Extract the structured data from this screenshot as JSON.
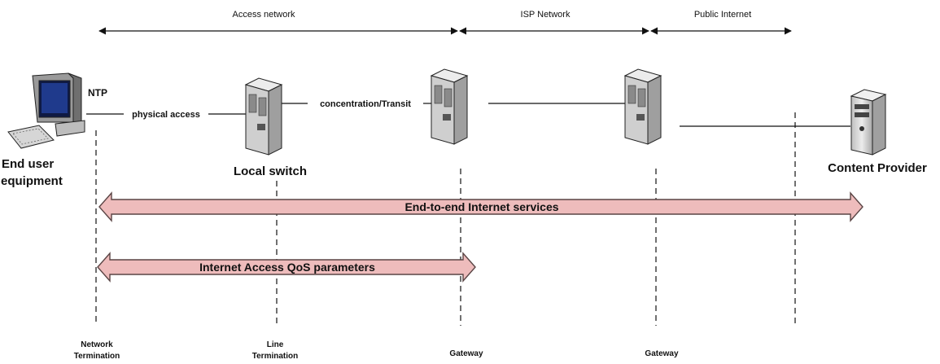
{
  "segments": {
    "access": "Access network",
    "isp": "ISP Network",
    "public": "Public Internet"
  },
  "labels": {
    "ntp": "NTP",
    "physical_access": "physical access",
    "concentration_transit": "concentration/Transit",
    "end_user_line1": "End user",
    "end_user_line2": "equipment",
    "local_switch": "Local switch",
    "content_provider": "Content Provider"
  },
  "bands": {
    "end_to_end": "End-to-end Internet services",
    "access_qos": "Internet Access QoS parameters"
  },
  "points": {
    "network_termination_line1": "Network",
    "network_termination_line2": "Termination",
    "line_termination_line1": "Line",
    "line_termination_line2": "Termination",
    "gateway1": "Gateway",
    "gateway2": "Gateway"
  },
  "colors": {
    "band_fill": "#eebcbc",
    "band_stroke": "#5a4545",
    "server_fill": "#d9d9d9",
    "line": "#111111"
  }
}
